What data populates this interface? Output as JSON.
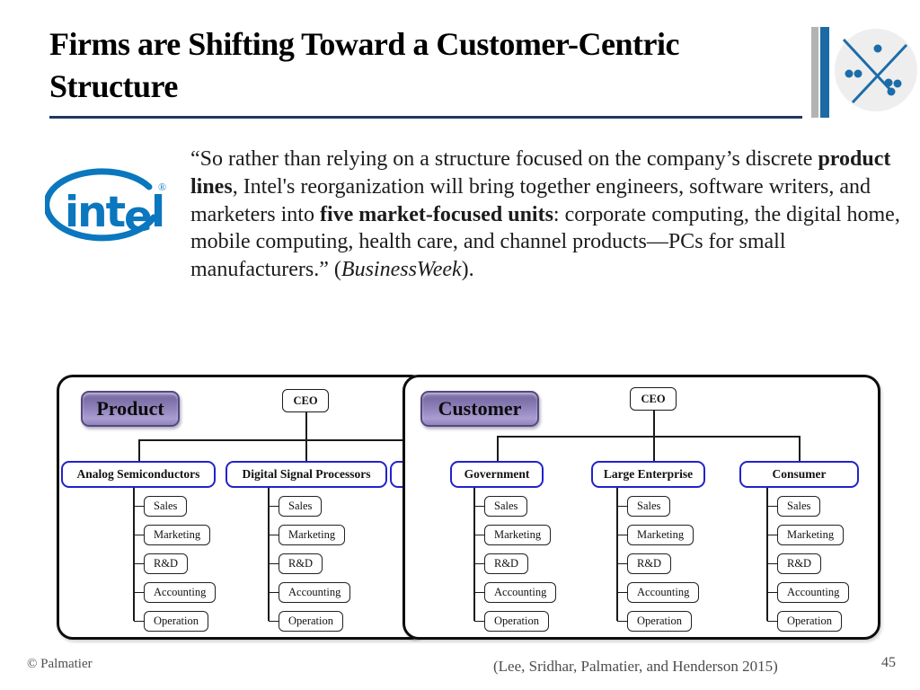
{
  "slide": {
    "title_line1": "Firms are Shifting Toward a Customer-Centric",
    "title_line2": "Structure"
  },
  "intel_logo": {
    "wordmark_part1": "int",
    "wordmark_part2": "e",
    "wordmark_part3": "l",
    "registered_mark": "®",
    "brand_color": "#0a77be"
  },
  "quote": {
    "opening": "“So rather than relying on a structure focused on the company’s discrete ",
    "bold_product_lines": "product lines",
    "middle": ", Intel's reorganization will bring together engineers, software writers, and marketers into ",
    "bold_market_units": "five market-focused units",
    "closing": ": corporate computing, the digital home, mobile computing, health care, and channel products—PCs for small manufacturers.” (",
    "source_italic": "BusinessWeek",
    "after_source": ")."
  },
  "org_charts": {
    "ceo_label": "CEO",
    "departments": [
      "Sales",
      "Marketing",
      "R&D",
      "Accounting",
      "Operation"
    ],
    "product": {
      "badge": "Product",
      "divisions": [
        {
          "label": "Analog Semiconductors"
        },
        {
          "label": "Digital Signal Processors"
        }
      ]
    },
    "customer": {
      "badge": "Customer",
      "divisions": [
        {
          "label": "Government"
        },
        {
          "label": "Large Enterprise"
        },
        {
          "label": "Consumer"
        }
      ]
    }
  },
  "footer": {
    "copyright": "© Palmatier",
    "citation": "(Lee, Sridhar, Palmatier, and Henderson 2015)",
    "page_number": "45"
  },
  "colors": {
    "accent_blue_bar": "#1b6aa5",
    "title_underline": "#1f3864",
    "division_border_blue": "#2222cc",
    "badge_purple": "#9488c0",
    "brand_mark_blue": "#1c6ca8"
  }
}
